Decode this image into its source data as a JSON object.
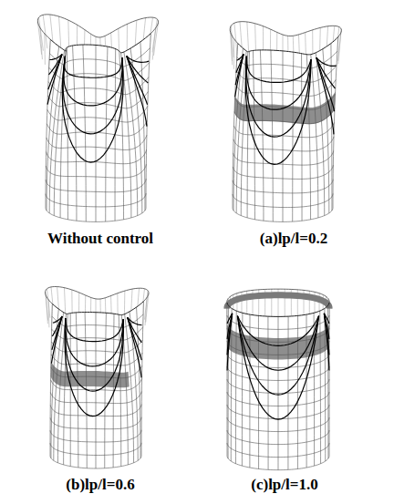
{
  "diagram": {
    "labels": [
      "Without control",
      "(a)lp/l=0.2",
      "(b)lp/l=0.6",
      "(c)lp/l=1.0"
    ]
  }
}
